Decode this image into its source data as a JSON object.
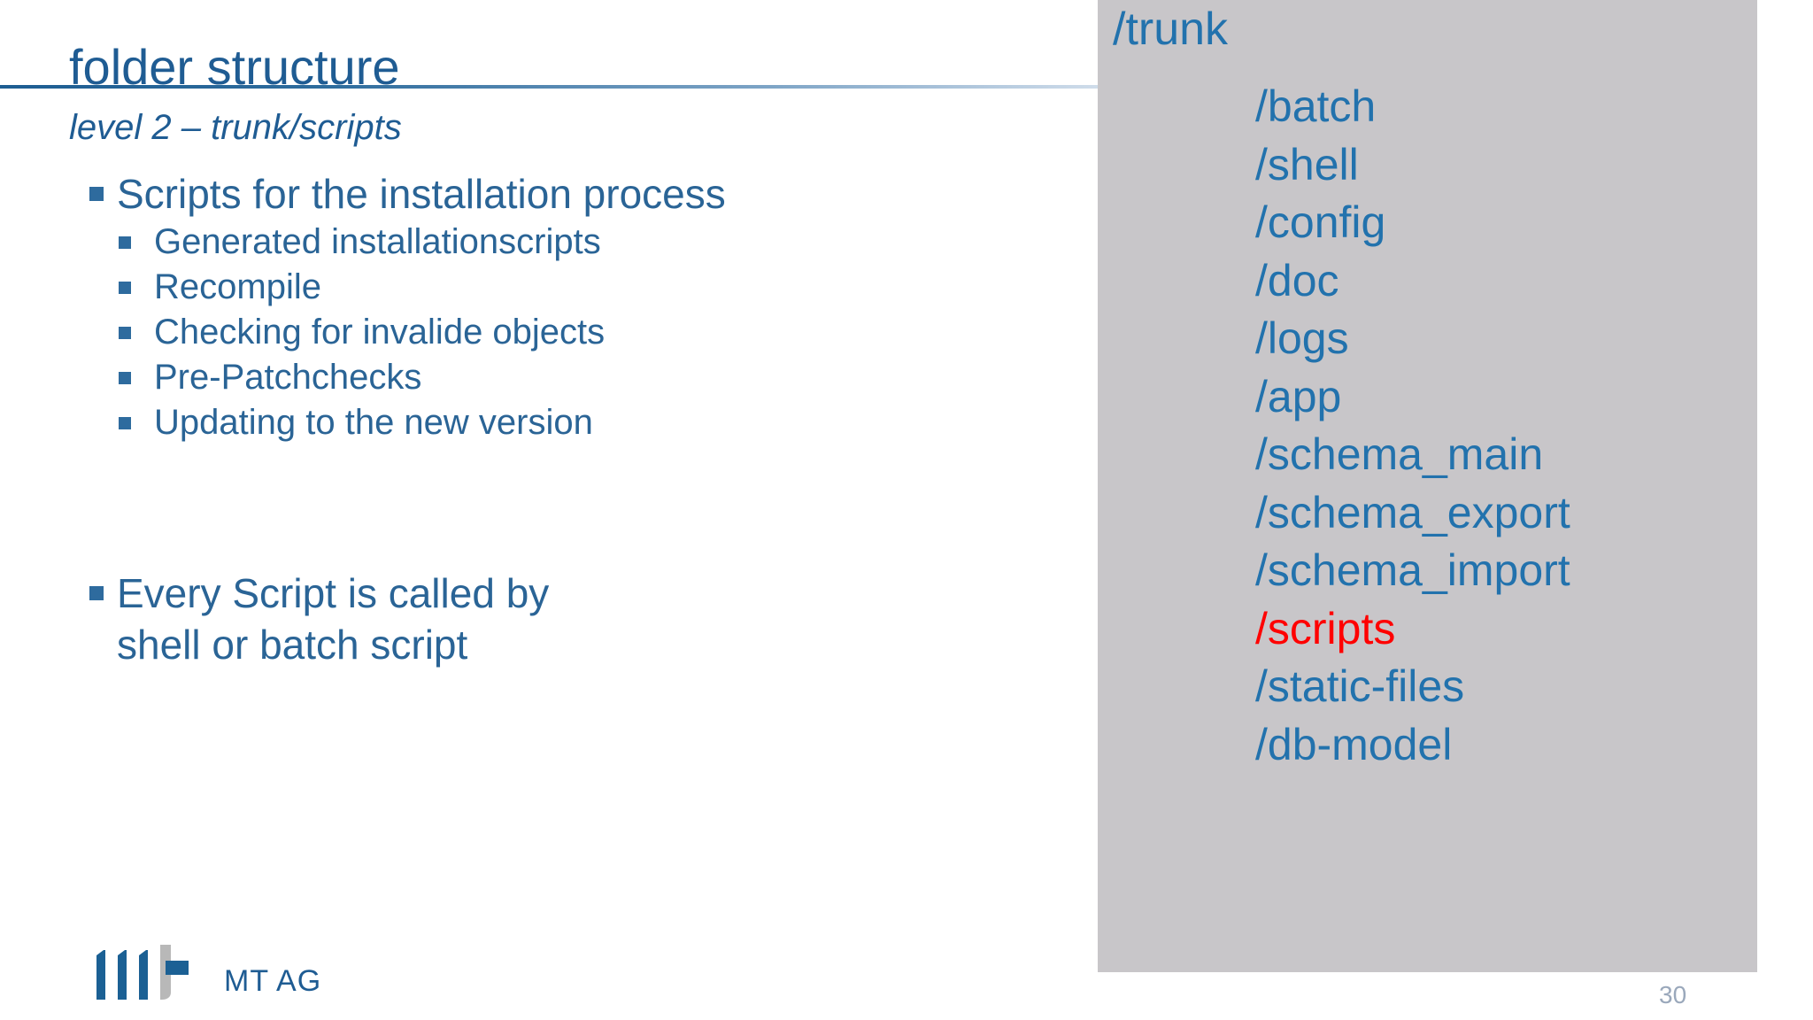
{
  "slide": {
    "title": "folder structure",
    "subtitle": "level 2 – trunk/scripts",
    "page_number": "30"
  },
  "body": {
    "bullets": [
      {
        "label": "Scripts for the installation process",
        "sub": [
          "Generated installationscripts",
          "Recompile",
          "Checking for invalide objects",
          "Pre-Patchchecks",
          "Updating to the new version"
        ]
      },
      {
        "label": "Every Script is called by\nshell or batch script",
        "sub": []
      }
    ]
  },
  "folder_tree": {
    "root": "/trunk",
    "items": [
      {
        "name": "/batch",
        "highlighted": false
      },
      {
        "name": "/shell",
        "highlighted": false
      },
      {
        "name": "/config",
        "highlighted": false
      },
      {
        "name": "/doc",
        "highlighted": false
      },
      {
        "name": "/logs",
        "highlighted": false
      },
      {
        "name": "/app",
        "highlighted": false
      },
      {
        "name": "/schema_main",
        "highlighted": false
      },
      {
        "name": "/schema_export",
        "highlighted": false
      },
      {
        "name": "/schema_import",
        "highlighted": false
      },
      {
        "name": "/scripts",
        "highlighted": true
      },
      {
        "name": "/static-files",
        "highlighted": false
      },
      {
        "name": "/db-model",
        "highlighted": false
      }
    ]
  },
  "logo": {
    "text": "MT AG"
  },
  "colors": {
    "title_blue": "#1f5c93",
    "body_blue": "#2a6496",
    "folder_blue": "#2272ad",
    "highlight_red": "#ff0000",
    "panel_gray": "#c8c6c9",
    "page_number_gray": "#9aa8bb"
  }
}
